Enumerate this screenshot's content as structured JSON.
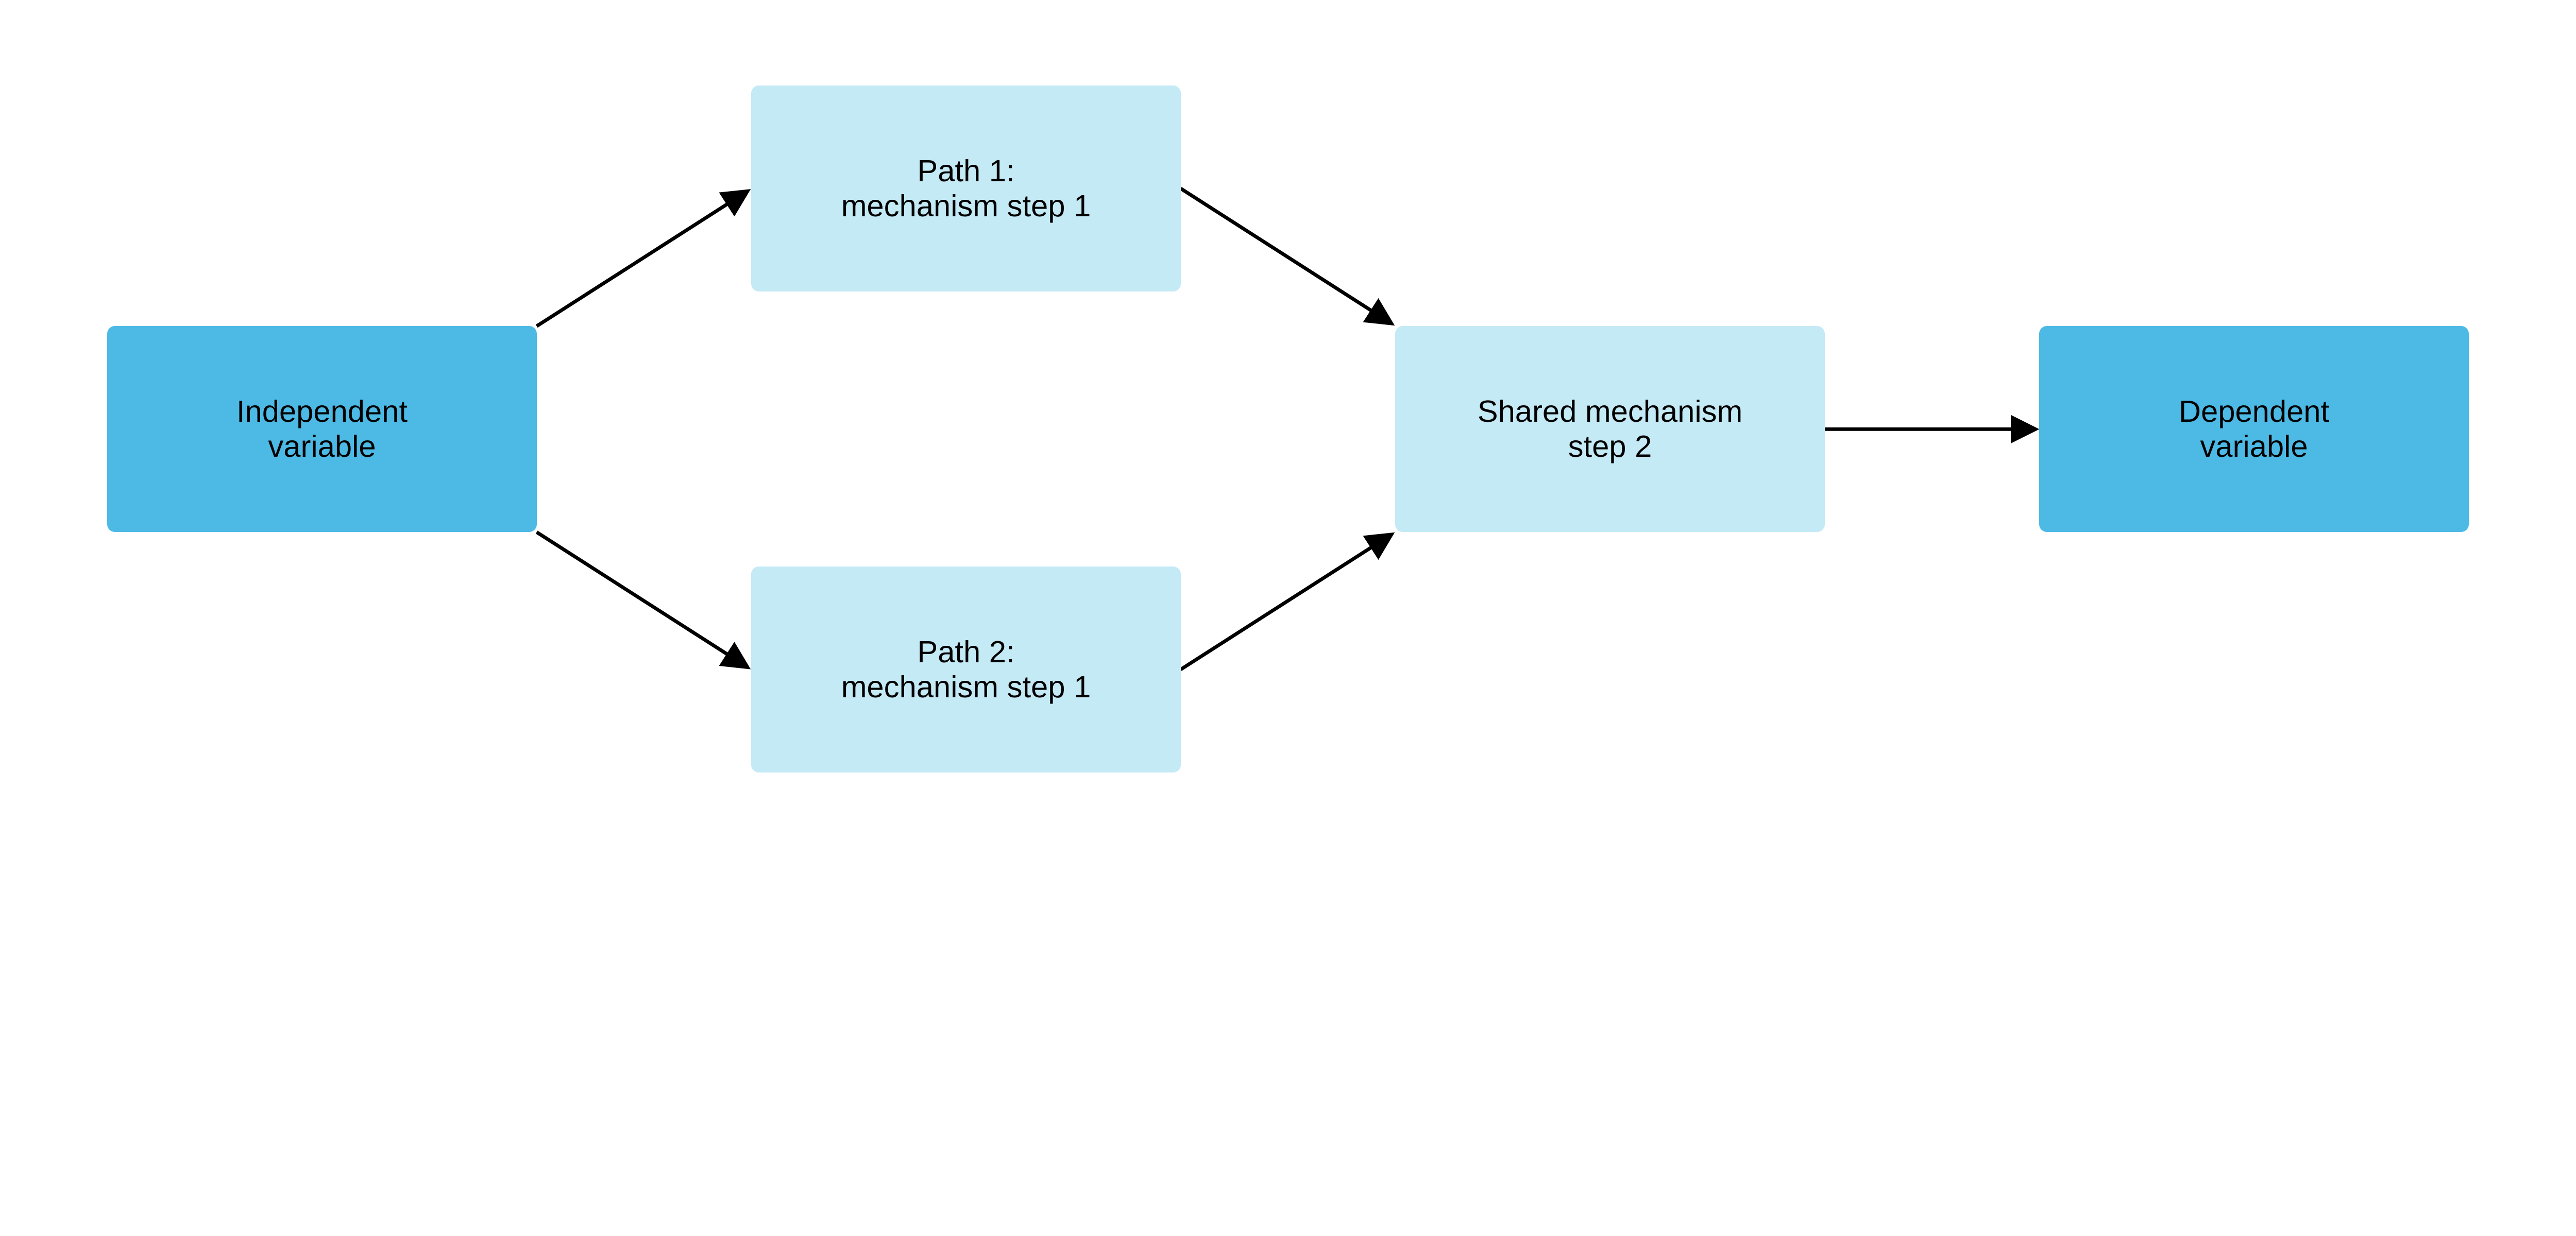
{
  "colors": {
    "primary_node": "#4DBAE6",
    "mechanism_node": "#C4EAF6",
    "edge": "#000000"
  },
  "nodes": {
    "independent": {
      "line1": "Independent",
      "line2": "variable"
    },
    "path1": {
      "line1": "Path 1:",
      "line2": "mechanism step 1"
    },
    "path2": {
      "line1": "Path 2:",
      "line2": "mechanism step 1"
    },
    "shared": {
      "line1": "Shared mechanism",
      "line2": "step 2"
    },
    "dependent": {
      "line1": "Dependent",
      "line2": "variable"
    }
  },
  "edges": [
    {
      "from": "independent",
      "to": "path1"
    },
    {
      "from": "independent",
      "to": "path2"
    },
    {
      "from": "path1",
      "to": "shared"
    },
    {
      "from": "path2",
      "to": "shared"
    },
    {
      "from": "shared",
      "to": "dependent"
    }
  ]
}
